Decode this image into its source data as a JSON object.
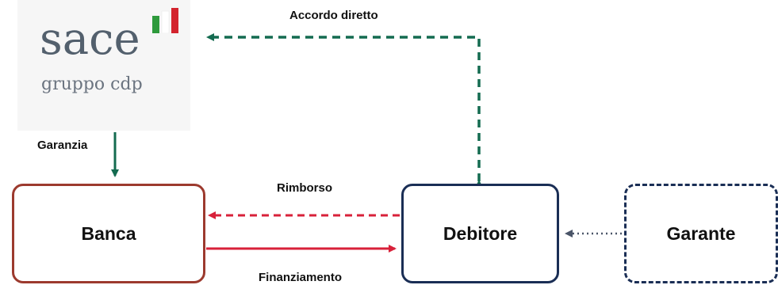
{
  "logo": {
    "word": "sace",
    "sub": "gruppo cdp",
    "flag_colors": [
      "#2e9a3c",
      "#ffffff",
      "#d3242e"
    ]
  },
  "nodes": {
    "banca": "Banca",
    "debitore": "Debitore",
    "garante": "Garante"
  },
  "edges": {
    "accordo": "Accordo diretto",
    "garanzia": "Garanzia",
    "rimborso": "Rimborso",
    "finanziamento": "Finanziamento"
  },
  "colors": {
    "green": "#146b50",
    "red": "#d8213a",
    "navy": "#1a2e55",
    "banca_border": "#9c3a2e",
    "gray_arrow": "#4a5568"
  }
}
